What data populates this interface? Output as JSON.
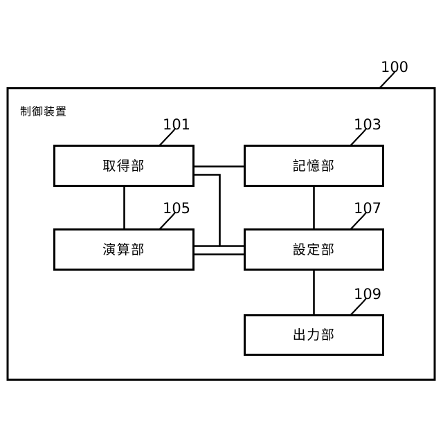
{
  "figure": {
    "system": {
      "ref": "100",
      "label": "制御装置"
    },
    "blocks": [
      {
        "id": "acquisition",
        "label": "取得部",
        "ref": "101"
      },
      {
        "id": "storage",
        "label": "記憶部",
        "ref": "103"
      },
      {
        "id": "computation",
        "label": "演算部",
        "ref": "105"
      },
      {
        "id": "setting",
        "label": "設定部",
        "ref": "107"
      },
      {
        "id": "output",
        "label": "出力部",
        "ref": "109"
      }
    ],
    "colors": {
      "stroke": "#000000",
      "background": "#ffffff",
      "box_fill": "#ffffff"
    }
  }
}
